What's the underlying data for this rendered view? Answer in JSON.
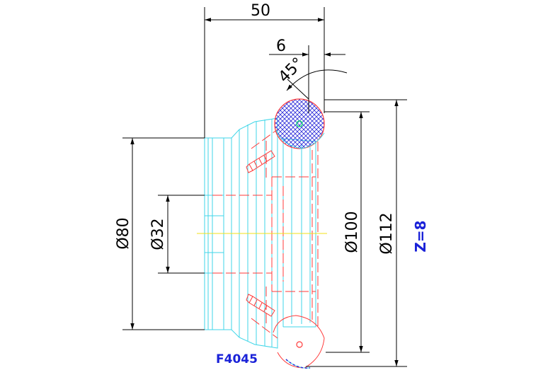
{
  "dimensions": {
    "overall_width": "50",
    "chamfer_width": "6",
    "angle": "45°",
    "bore_diameter": "Ø80",
    "keyway_diameter": "Ø32",
    "pitch_diameter": "Ø100",
    "outer_diameter": "Ø112"
  },
  "tooth_count": "Z=8",
  "part_number": "F4045",
  "colors": {
    "outline": "#3fd6e8",
    "hidden_lines": "#ff3a3a",
    "insert_hatch": "#1a22d8",
    "centerline": "#f2e21a",
    "annotation_blue": "#1a22d8",
    "dimension": "#000000"
  }
}
